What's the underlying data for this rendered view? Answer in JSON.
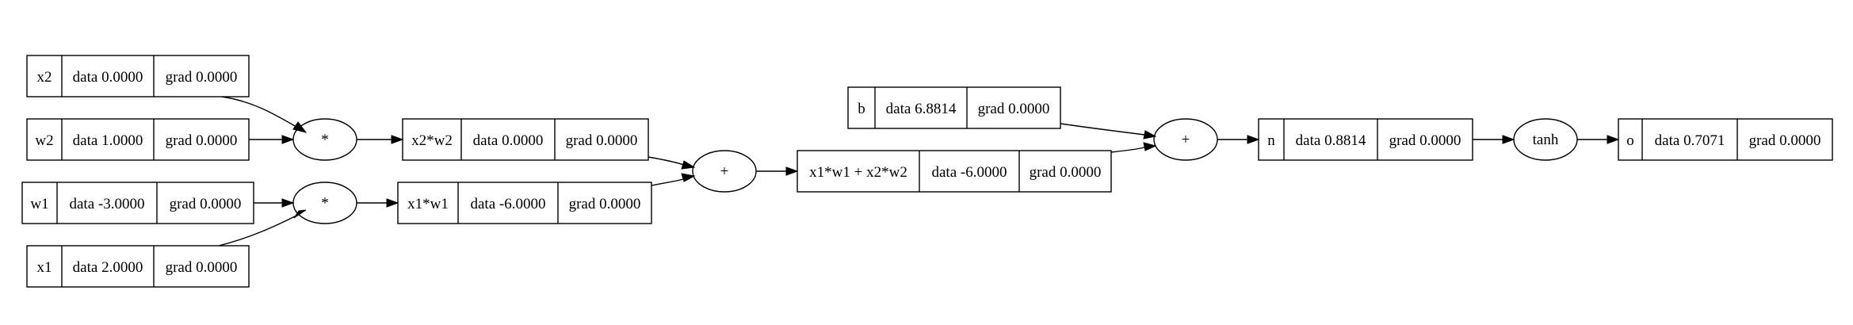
{
  "nodes": {
    "x2": {
      "label": "x2",
      "data": "data 0.0000",
      "grad": "grad 0.0000"
    },
    "w2": {
      "label": "w2",
      "data": "data 1.0000",
      "grad": "grad 0.0000"
    },
    "w1": {
      "label": "w1",
      "data": "data -3.0000",
      "grad": "grad 0.0000"
    },
    "x1": {
      "label": "x1",
      "data": "data 2.0000",
      "grad": "grad 0.0000"
    },
    "x2w2": {
      "label": "x2*w2",
      "data": "data 0.0000",
      "grad": "grad 0.0000"
    },
    "x1w1": {
      "label": "x1*w1",
      "data": "data -6.0000",
      "grad": "grad 0.0000"
    },
    "sum1": {
      "label": "x1*w1 + x2*w2",
      "data": "data -6.0000",
      "grad": "grad 0.0000"
    },
    "b": {
      "label": "b",
      "data": "data 6.8814",
      "grad": "grad 0.0000"
    },
    "n": {
      "label": "n",
      "data": "data 0.8814",
      "grad": "grad 0.0000"
    },
    "o": {
      "label": "o",
      "data": "data 0.7071",
      "grad": "grad 0.0000"
    }
  },
  "ops": {
    "mul_x2w2": "*",
    "mul_x1w1": "*",
    "add_sum1": "+",
    "add_n": "+",
    "tanh_o": "tanh"
  }
}
